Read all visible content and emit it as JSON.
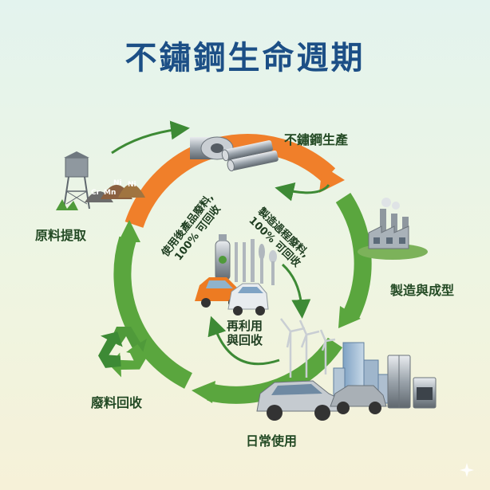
{
  "title": "不鏽鋼生命週期",
  "stages": {
    "production": "不鏽鋼生產",
    "manufacturing": "製造與成型",
    "daily_use": "日常使用",
    "recycling": "廢料回收",
    "raw_materials": "原料提取"
  },
  "inner_flows": {
    "process_scrap_line1": "製造過程廢料,",
    "process_scrap_line2": "100% 可回收",
    "post_consumer_line1": "使用後產品廢料,",
    "post_consumer_line2": "100% 可回收",
    "reuse_line1": "再利用",
    "reuse_line2": "與回收"
  },
  "mineral_labels": {
    "cr": "Cr",
    "mn": "Mn",
    "ni": "Ni",
    "ni2": "Ni"
  },
  "colors": {
    "title": "#1c4f86",
    "orange_arc": "#f07f2a",
    "green_arc": "#5aa63e"
  }
}
